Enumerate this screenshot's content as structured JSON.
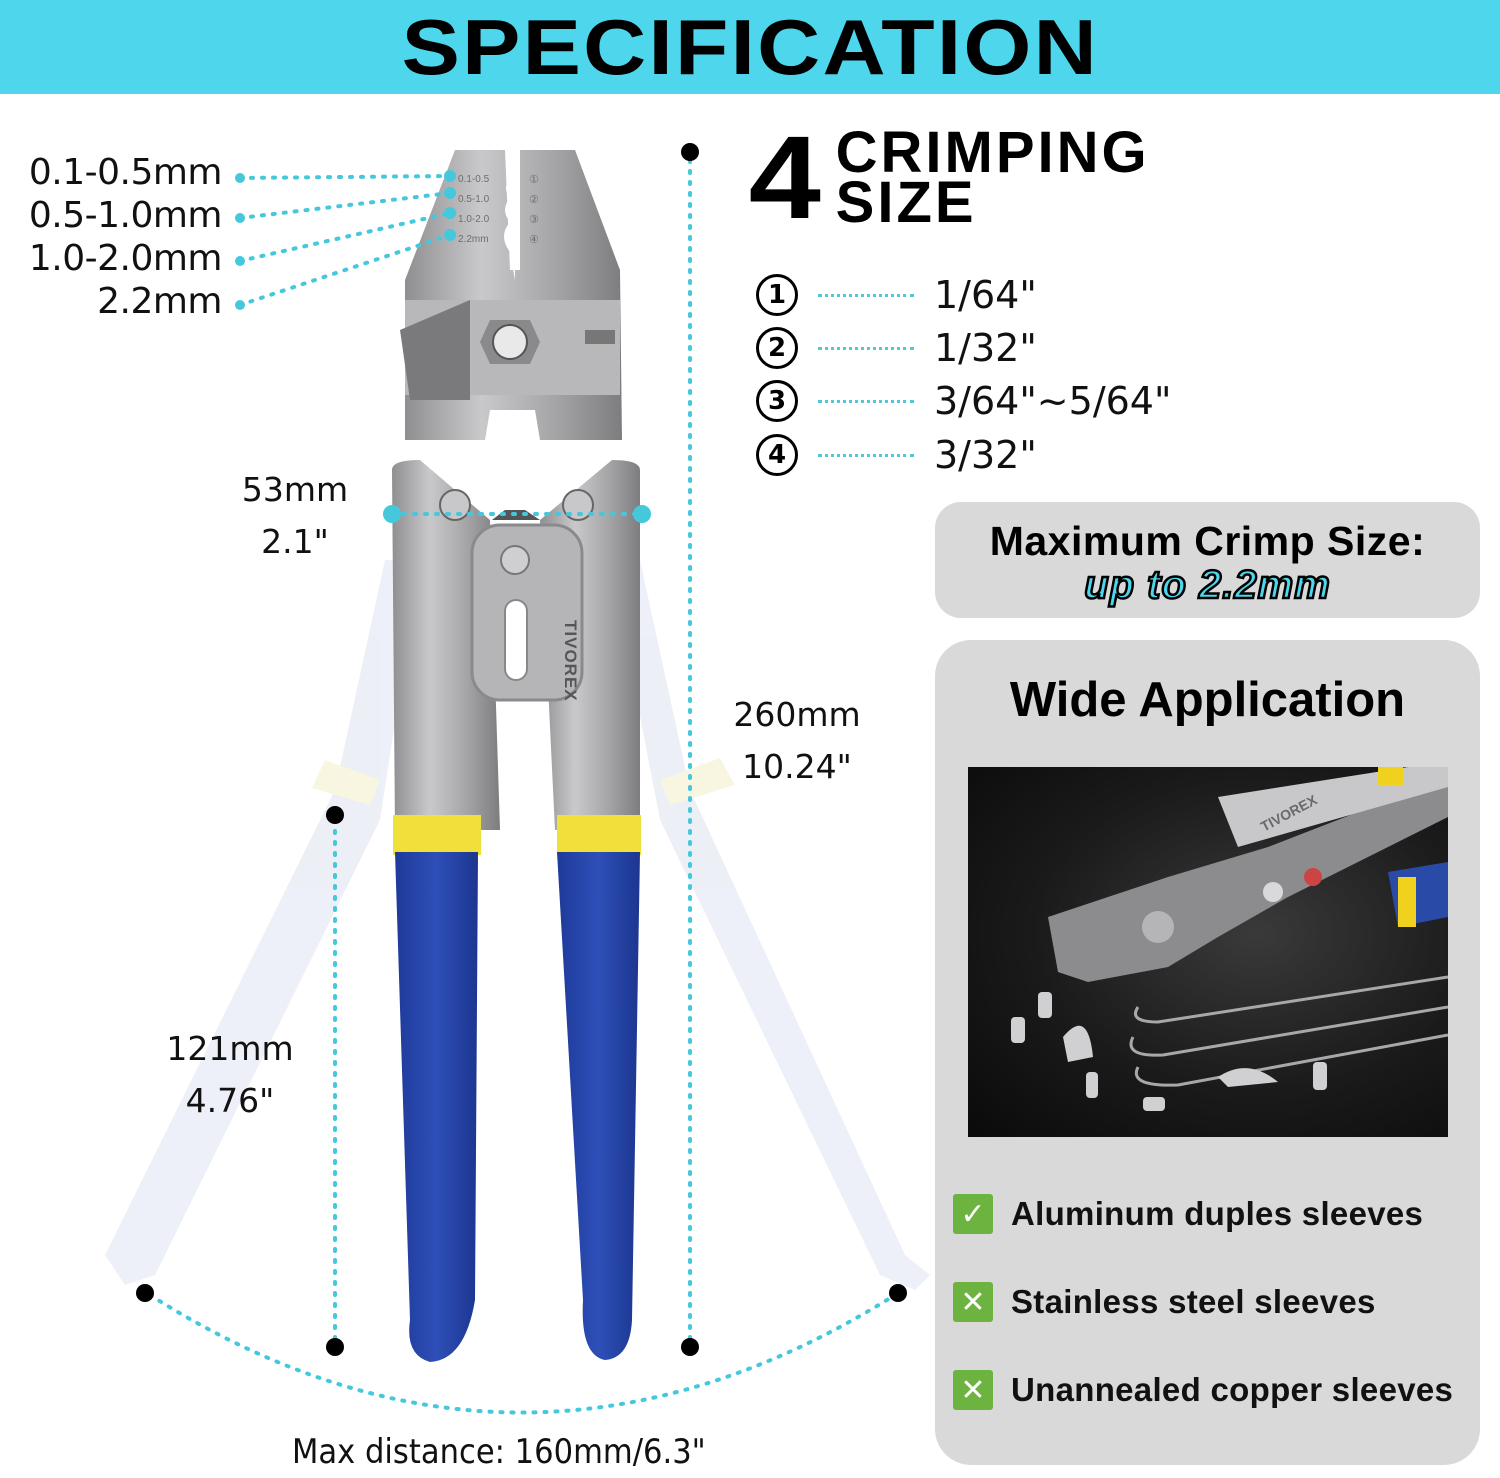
{
  "header": {
    "title": "SPECIFICATION",
    "bg_color": "#4dd6ec"
  },
  "jaw_ranges": [
    {
      "label": "0.1-0.5mm",
      "engraved": "0.1-0.5",
      "num": "①"
    },
    {
      "label": "0.5-1.0mm",
      "engraved": "0.5-1.0",
      "num": "②"
    },
    {
      "label": "1.0-2.0mm",
      "engraved": "1.0-2.0",
      "num": "③"
    },
    {
      "label": "2.2mm",
      "engraved": "2.2mm",
      "num": "④"
    }
  ],
  "dimensions": {
    "width": {
      "mm": "53mm",
      "inch": "2.1\""
    },
    "length": {
      "mm": "260mm",
      "inch": "10.24\""
    },
    "handle": {
      "mm": "121mm",
      "inch": "4.76\""
    },
    "max_distance": "Max distance: 160mm/6.3\""
  },
  "crimping": {
    "count": "4",
    "title_line1": "CRIMPING",
    "title_line2": "SIZE",
    "sizes": [
      {
        "num": "1",
        "value": "1/64\""
      },
      {
        "num": "2",
        "value": "1/32\""
      },
      {
        "num": "3",
        "value": "3/64\"~5/64\""
      },
      {
        "num": "4",
        "value": "3/32\""
      }
    ]
  },
  "max_crimp": {
    "line1": "Maximum Crimp Size:",
    "line2": "up to 2.2mm",
    "highlight_color": "#4dd6ec"
  },
  "application": {
    "title": "Wide Application",
    "photo_brand": "TIVOREX",
    "items": [
      {
        "icon": "check-icon",
        "glyph": "✓",
        "text": "Aluminum duples sleeves"
      },
      {
        "icon": "cross-icon",
        "glyph": "✕",
        "text": "Stainless steel sleeves"
      },
      {
        "icon": "cross-icon",
        "glyph": "✕",
        "text": "Unannealed copper sleeves"
      }
    ]
  },
  "product": {
    "brand": "TIVOREX",
    "handle_color": "#2a46a8",
    "band_color": "#f2e03a",
    "steel_color": "#a9a9ab"
  }
}
